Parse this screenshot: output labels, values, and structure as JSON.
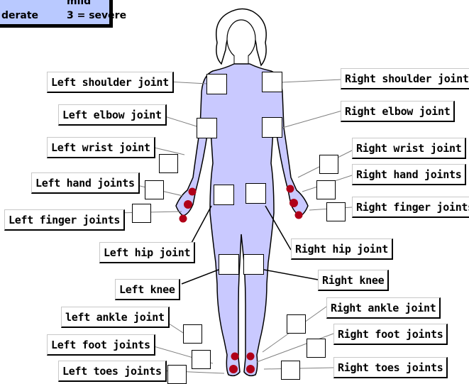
{
  "legend": {
    "row1_col1": "",
    "row1_col2": "mild",
    "row2_col1": "derate",
    "row2_col2": "3 = severe"
  },
  "labels": {
    "left_shoulder": "Left shoulder joint",
    "left_elbow": "Left elbow joint",
    "left_wrist": "Left wrist joint",
    "left_hand": "Left hand joints",
    "left_finger": "Left finger joints",
    "left_hip": "Left hip joint",
    "left_knee": "Left knee",
    "left_ankle": "left ankle joint",
    "left_foot": "Left foot joints",
    "left_toes": "Left toes joints",
    "right_shoulder": "Right shoulder joint",
    "right_elbow": "Right elbow joint",
    "right_wrist": "Right wrist joint",
    "right_hand": "Right hand joints",
    "right_finger": "Right finger joints",
    "right_hip": "Right hip joint",
    "right_knee": "Right knee",
    "right_ankle": "Right ankle joint",
    "right_foot": "Right foot joints",
    "right_toes": "Right toes joints"
  },
  "colors": {
    "body_fill": "#c9c9ff",
    "joint_dot": "#b00018",
    "legend_bg": "#b9c9ff"
  }
}
